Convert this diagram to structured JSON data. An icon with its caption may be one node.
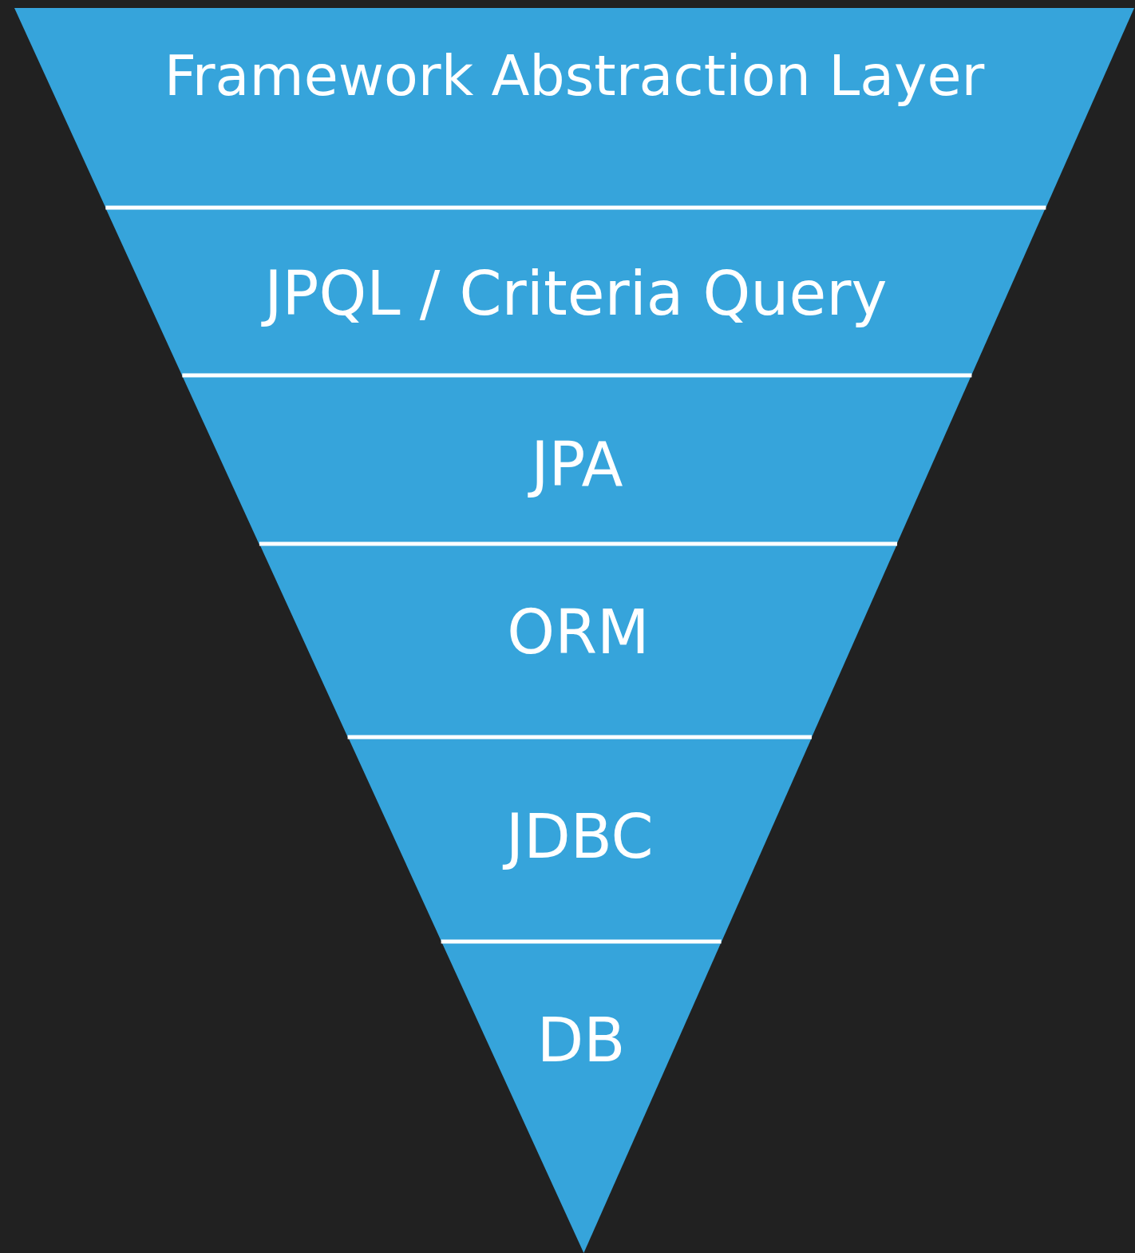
{
  "diagram": {
    "nodes": [
      {
        "text": [
          "Framework Abstraction Layer"
        ]
      },
      {
        "text": [
          "JPQL / Criteria Query"
        ]
      },
      {
        "text": [
          "JPA"
        ]
      },
      {
        "text": [
          "ORM"
        ]
      },
      {
        "text": [
          "JDBC"
        ]
      },
      {
        "text": [
          "DB"
        ]
      }
    ]
  }
}
